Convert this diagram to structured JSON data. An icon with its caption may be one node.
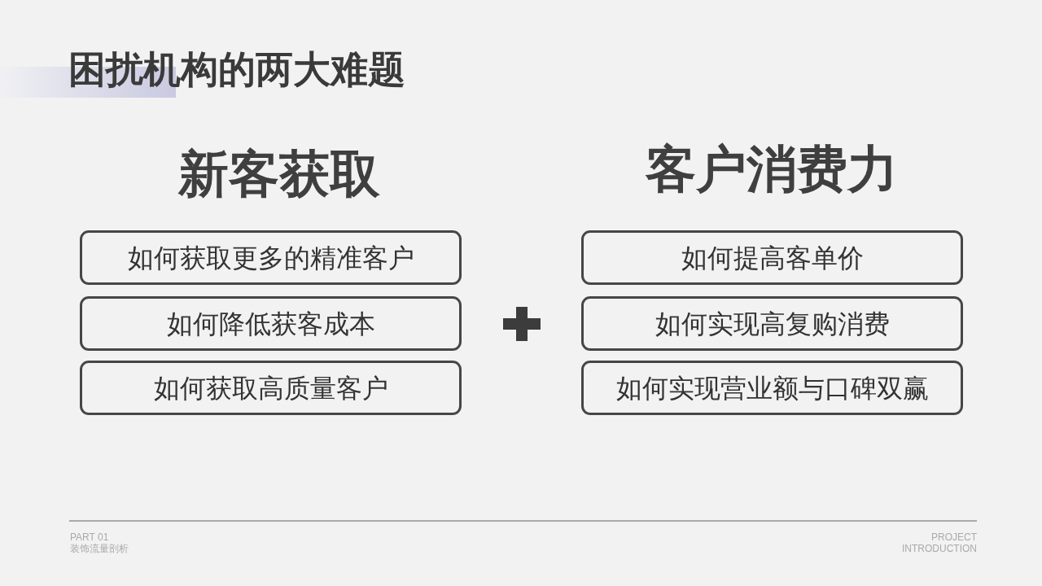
{
  "diagram": {
    "title": "困扰机构的两大难题",
    "nodes": [
      {
        "text": [
          "如何获取更多的精准客户"
        ]
      },
      {
        "text": [
          "如何降低获客成本"
        ]
      },
      {
        "text": [
          "如何获取高质量客户"
        ]
      },
      {
        "text": [
          "如何提高客单价"
        ]
      },
      {
        "text": [
          "如何实现高复购消费"
        ]
      },
      {
        "text": [
          "如何实现营业额与口碑双赢"
        ]
      }
    ],
    "labels": [
      "新客获取",
      "客户消费力",
      "PART 01",
      "装饰流量剖析",
      "PROJECT INTRODUCTION"
    ]
  }
}
